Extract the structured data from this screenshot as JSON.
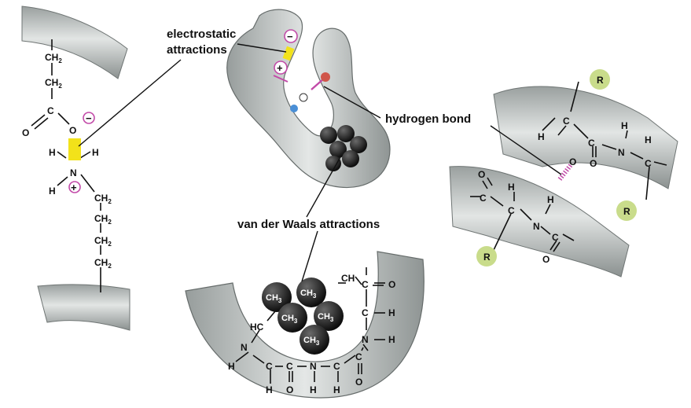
{
  "labels": {
    "electrostatic_line1": "electrostatic",
    "electrostatic_line2": "attractions",
    "hydrogen_bond": "hydrogen bond",
    "van_der_waals": "van der Waals attractions"
  },
  "left_molecule": {
    "ch2_top": [
      "CH2",
      "CH2"
    ],
    "carbon": "C",
    "carbonyl_o": "O",
    "ester_o": "O",
    "minus": "−",
    "plus": "+",
    "h_left": "H",
    "h_right": "H",
    "nitrogen": "N",
    "h_lower": "H",
    "ch2_chain": [
      "CH2",
      "CH2",
      "CH2",
      "CH2"
    ]
  },
  "center_top": {
    "minus": "−",
    "plus": "+"
  },
  "bottom_fold": {
    "methyls": [
      "CH3",
      "CH3",
      "CH3",
      "CH3",
      "CH3"
    ],
    "hc": "HC",
    "ch": "CH",
    "backbone_atoms": {
      "c_right_top": "C",
      "o_right_top": "O",
      "c_right_mid": "C",
      "h_right_mid": "H",
      "n_right": "N",
      "h_right": "H",
      "n_left": "N",
      "h_left": "H",
      "c_b1": "C",
      "h_b1": "H",
      "c_b2": "C",
      "o_b2": "O",
      "n_b": "N",
      "h_b": "H",
      "c_b3": "C",
      "h_b3": "H",
      "c_b4": "C",
      "o_b4": "O"
    }
  },
  "right_strands": {
    "r_groups": [
      "R",
      "R",
      "R"
    ],
    "upper": {
      "h1": "H",
      "c1": "C",
      "c2": "C",
      "o1": "O",
      "n1": "N",
      "h2": "H",
      "c3": "C",
      "h3": "H",
      "o_hb": "O"
    },
    "lower": {
      "o1": "O",
      "c1": "C",
      "c2": "C",
      "h1": "H",
      "h_hb": "H",
      "n1": "N",
      "c3": "C",
      "o2": "O"
    }
  },
  "colors": {
    "ribbon": "#c9cdcc",
    "ribbon_dark": "#8d9392",
    "salt_bridge": "#f2e21a",
    "charge": "#c24aa8",
    "r_group": "#c9dc8b",
    "methyl": "#1a1a1a",
    "acceptor_red": "#d0564a",
    "donor_blue": "#4a8fd6"
  }
}
